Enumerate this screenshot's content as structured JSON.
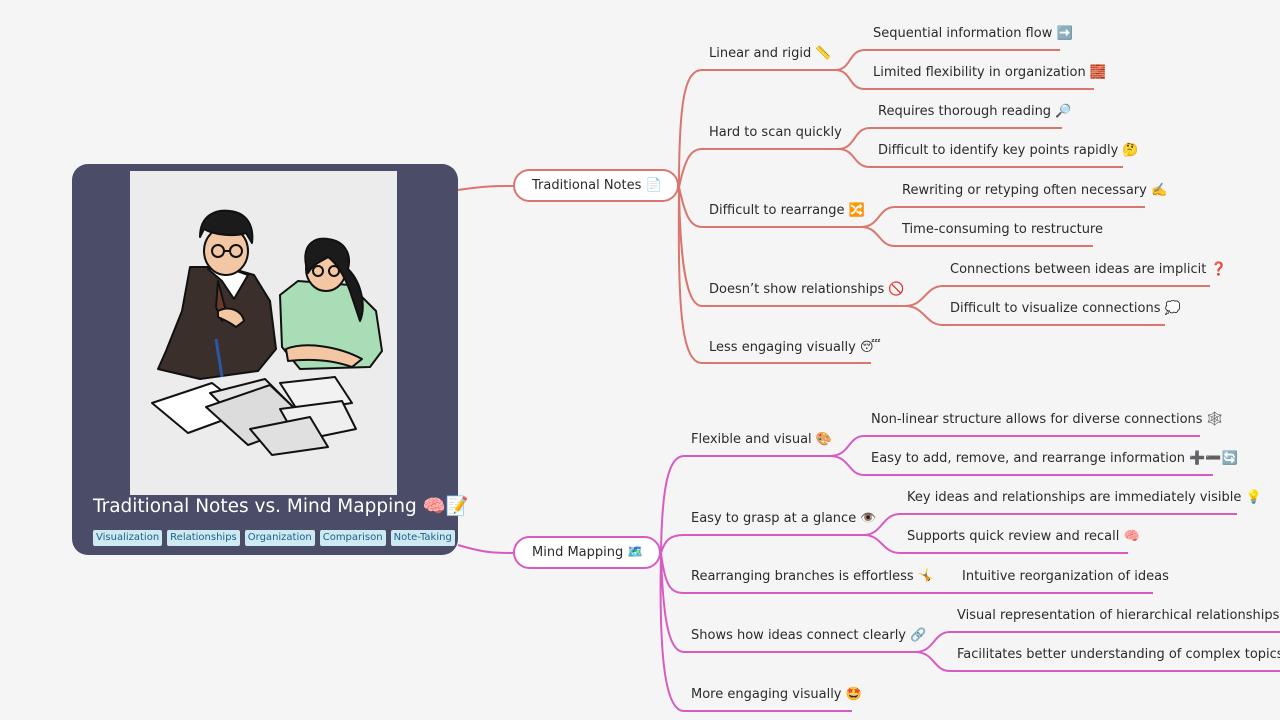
{
  "root": {
    "title": "Traditional Notes vs. Mind Mapping 🧠📝",
    "tags": [
      "Visualization",
      "Relationships",
      "Organization",
      "Comparison",
      "Note-Taking"
    ]
  },
  "colors": {
    "traditional": "#d9776f",
    "mindmap": "#d65cc4",
    "card": "#4a4c68",
    "tag_bg": "#cde9f2"
  },
  "traditional": {
    "label": "Traditional Notes 📄",
    "linear": {
      "label": "Linear and rigid 📏",
      "c1": "Sequential information flow ➡️",
      "c2": "Limited flexibility in organization 🧱"
    },
    "scan": {
      "label": "Hard to scan quickly",
      "c1": "Requires thorough reading 🔎",
      "c2": "Difficult to identify key points rapidly 🤔"
    },
    "rearrange": {
      "label": "Difficult to rearrange 🔀",
      "c1": "Rewriting or retyping often necessary ✍️",
      "c2": "Time-consuming to restructure"
    },
    "relations": {
      "label": "Doesn’t show relationships 🚫",
      "c1": "Connections between ideas are implicit ❓",
      "c2": "Difficult to visualize connections 💭"
    },
    "engaging": {
      "label": "Less engaging visually 😴"
    }
  },
  "mindmap": {
    "label": "Mind Mapping 🗺️",
    "flexible": {
      "label": "Flexible and visual 🎨",
      "c1": "Non-linear structure allows for diverse connections 🕸️",
      "c2": "Easy to add, remove, and rearrange information ➕➖🔄"
    },
    "grasp": {
      "label": "Easy to grasp at a glance 👁️",
      "c1": "Key ideas and relationships are immediately visible 💡",
      "c2": "Supports quick review and recall 🧠"
    },
    "branches": {
      "label": "Rearranging branches is effortless 🤸",
      "c1": "Intuitive reorganization of ideas"
    },
    "connect": {
      "label": "Shows how ideas connect clearly 🔗",
      "c1": "Visual representation of hierarchical relationships 🌳",
      "c2": "Facilitates better understanding of complex topics 💡"
    },
    "engaging": {
      "label": "More engaging visually 🤩"
    }
  }
}
